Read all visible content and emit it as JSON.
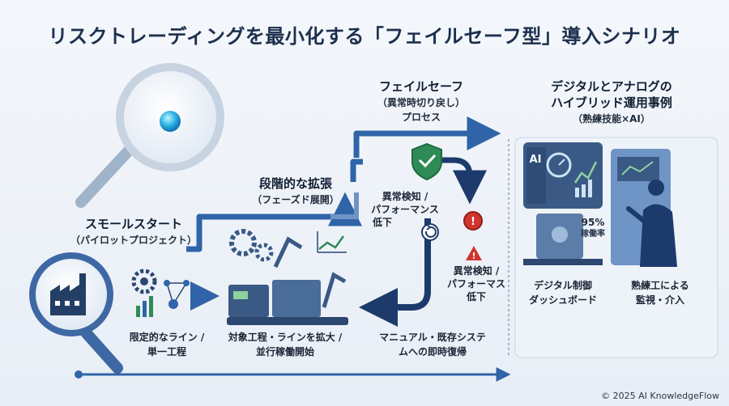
{
  "title": "リスクトレーディングを最小化する「フェイルセーフ型」導入シナリオ",
  "stage1": {
    "title": "スモールスタート",
    "sub": "（パイロットプロジェクト）",
    "caption_1": "限定的なライン /",
    "caption_2": "単一工程"
  },
  "stage2": {
    "title": "段階的な拡張",
    "sub": "（フェーズド展開）",
    "caption_1": "対象工程・ラインを拡大 /",
    "caption_2": "並行稼働開始"
  },
  "stage3": {
    "title": "フェイルセーフ",
    "sub_1": "（異常時切り戻し）",
    "sub_2": "プロセス",
    "detect_1_a": "異常検知 /",
    "detect_1_b": "パフォーマンス",
    "detect_1_c": "低下",
    "detect_2_a": "異常検知 /",
    "detect_2_b": "パフォーマス",
    "detect_2_c": "低下",
    "rollback_1": "マニュアル・既存システ",
    "rollback_2": "ムへの即時復帰"
  },
  "stage4": {
    "title_1": "デジタルとアナログの",
    "title_2": "ハイブリッド運用事例",
    "sub": "（熟練技能×AI）",
    "rate_value": "95%",
    "rate_label": "稼働率",
    "ai_label": "AI",
    "dash_1": "デジタル制御",
    "dash_2": "ダッシュボード",
    "skill_1": "熟練工による",
    "skill_2": "監視・介入"
  },
  "footer": "© 2025 AI KnowledgeFlow",
  "colors": {
    "navy": "#1c3a6b",
    "blue": "#2f64a8",
    "light": "#6f95c6",
    "green": "#2e8b57",
    "red": "#d0342c"
  }
}
